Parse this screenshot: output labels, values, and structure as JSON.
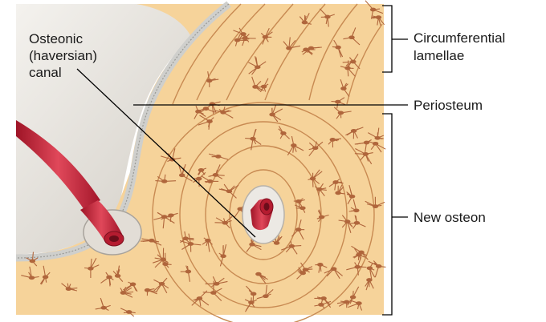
{
  "labels": {
    "osteonic_line1": "Osteonic",
    "osteonic_line2": "(haversian)",
    "osteonic_line3": "canal",
    "circumferential_line1": "Circumferential",
    "circumferential_line2": "lamellae",
    "periosteum": "Periosteum",
    "new_osteon": "New osteon"
  },
  "colors": {
    "bone_matrix": "#f6d39a",
    "lamella_line": "#c88a52",
    "osteocyte": "#b0663c",
    "periosteum_band": "#d8d8d6",
    "canal_surface": "#e9e6e1",
    "vessel": "#c8283a",
    "leader_line": "#000000"
  }
}
